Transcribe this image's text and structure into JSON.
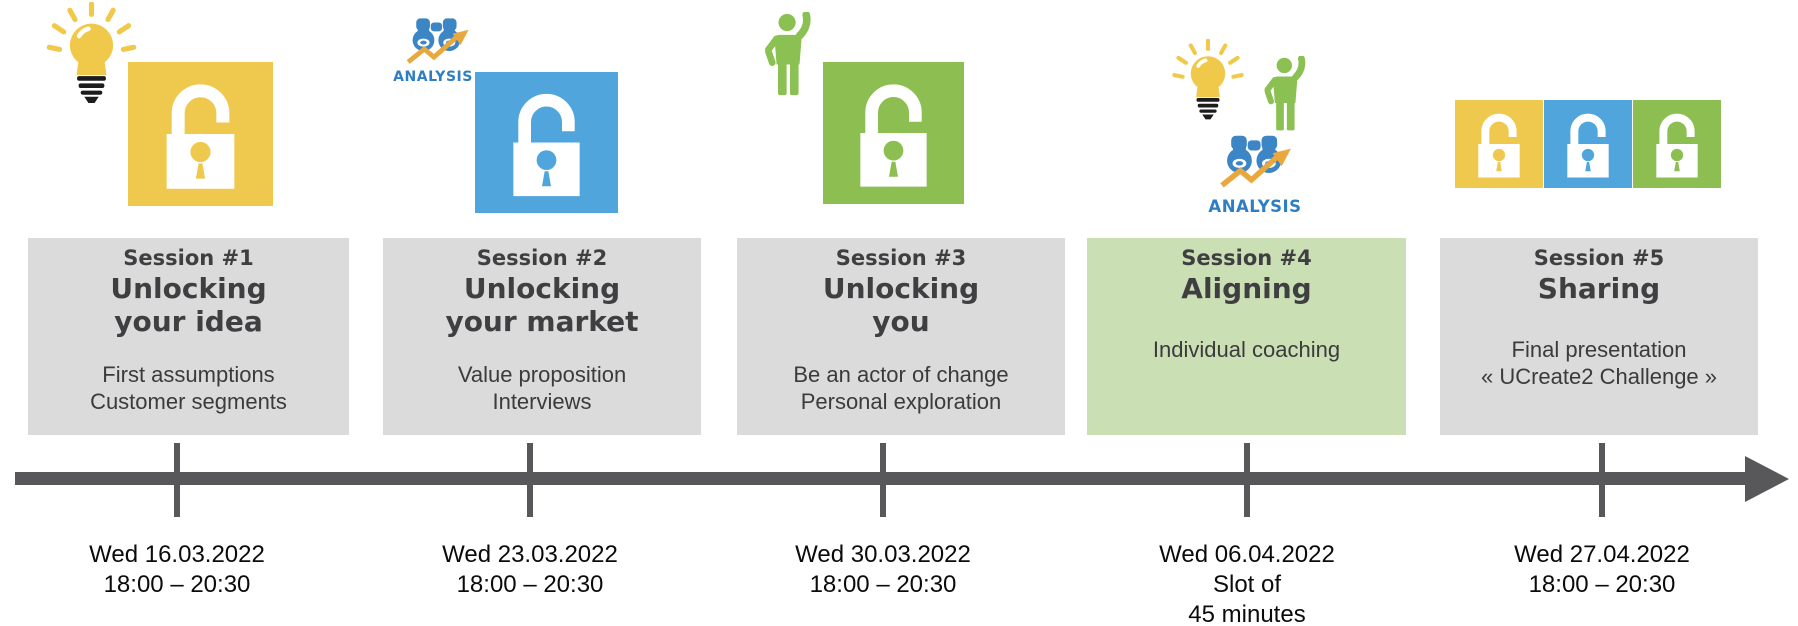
{
  "slide": {
    "kind": "program-timeline"
  },
  "analysis_label": "ANALYSIS",
  "colors": {
    "yellow": "#EFC94E",
    "blue": "#4FA5DC",
    "green": "#8CBE52",
    "light_green": "#CBDFB5",
    "gray_box": "#DBDBDB",
    "dark": "#58585A",
    "heading": "#3F3F42",
    "body_text": "#3B3B3B",
    "date_text": "#0B0B0B",
    "analysis_blue": "#2E7EC3",
    "icon_blue": "#3C86C6",
    "orange": "#E9A83D",
    "person_green": "#8BC053",
    "bulb_yellow": "#F0C94B",
    "bulb_base": "#1C1C1C"
  },
  "sessions": [
    {
      "number": "Session #1",
      "title1": "Unlocking",
      "title2": "your idea",
      "desc1": "First assumptions",
      "desc2": "Customer segments",
      "date1": "Wed 16.03.2022",
      "date2": "18:00 – 20:30",
      "icons": [
        "lightbulb-icon",
        "open-padlock-icon-yellow"
      ]
    },
    {
      "number": "Session #2",
      "title1": "Unlocking",
      "title2": "your market",
      "desc1": "Value proposition",
      "desc2": "Interviews",
      "date1": "Wed 23.03.2022",
      "date2": "18:00 – 20:30",
      "icons": [
        "binoculars-analysis-icon",
        "open-padlock-icon-blue"
      ]
    },
    {
      "number": "Session #3",
      "title1": "Unlocking",
      "title2": "you",
      "desc1": "Be an actor of change",
      "desc2": "Personal exploration",
      "date1": "Wed 30.03.2022",
      "date2": "18:00 – 20:30",
      "icons": [
        "raised-hand-person-icon",
        "open-padlock-icon-green"
      ]
    },
    {
      "number": "Session #4",
      "title1": "Aligning",
      "title2": "",
      "desc1": "Individual coaching",
      "desc2": "",
      "date1": "Wed 06.04.2022",
      "date2": "Slot of",
      "date3": "45 minutes",
      "icons": [
        "lightbulb-icon",
        "raised-hand-person-icon",
        "binoculars-analysis-icon"
      ]
    },
    {
      "number": "Session #5",
      "title1": "Sharing",
      "title2": "",
      "desc1": "Final presentation",
      "desc2": "« UCreate2 Challenge »",
      "date1": "Wed 27.04.2022",
      "date2": "18:00 – 20:30",
      "icons": [
        "open-padlock-icon-yellow",
        "open-padlock-icon-blue",
        "open-padlock-icon-green"
      ]
    }
  ]
}
